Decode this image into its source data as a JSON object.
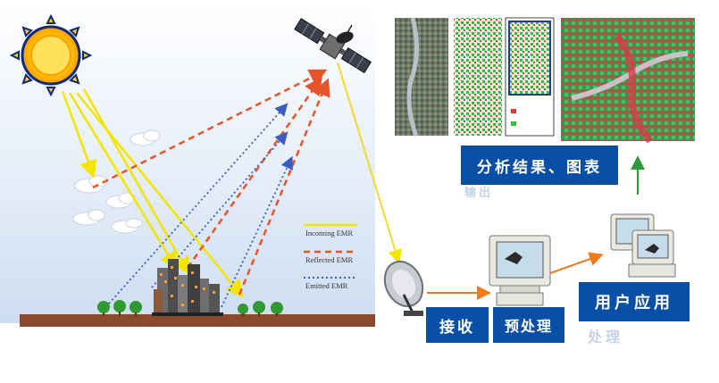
{
  "legend": {
    "incoming": "Incoming EMR",
    "reflected": "Reflected EMR",
    "emitted": "Emitted EMR"
  },
  "boxes": {
    "results": "分析结果、图表",
    "results_sub": "输出",
    "receive": "接收",
    "preprocess": "预处理",
    "user_app": "用户应用",
    "user_app_sub": "处理"
  },
  "colors": {
    "box_blue": "#0a4fa6",
    "incoming": "#f2e600",
    "reflected": "#e8542a",
    "emitted": "#3c5cc4",
    "flow_arrow": "#f07a1e",
    "up_arrow": "#2e9a3a"
  }
}
